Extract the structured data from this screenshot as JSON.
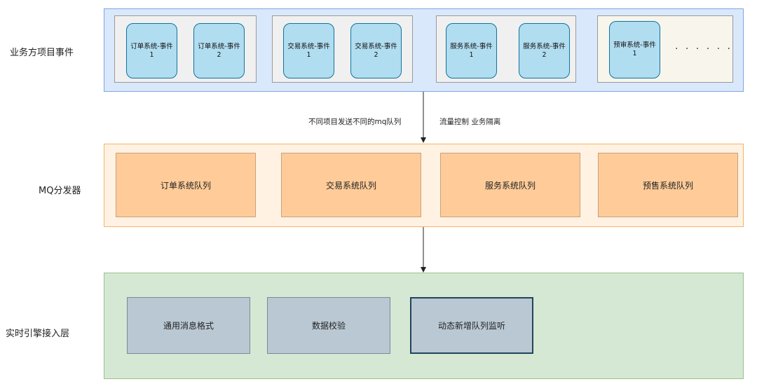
{
  "layers": {
    "events": {
      "label": "业务方项目事件",
      "groups": [
        {
          "events": [
            "订单系统-事件1",
            "订单系统-事件2"
          ]
        },
        {
          "events": [
            "交易系统-事件1",
            "交易系统-事件2"
          ]
        },
        {
          "events": [
            "服务系统-事件1",
            "服务系统-事件2"
          ]
        },
        {
          "events": [
            "预审系统-事件1"
          ],
          "more": "· · · · · ·"
        }
      ]
    },
    "mq": {
      "label": "MQ分发器",
      "queues": [
        "订单系统队列",
        "交易系统队列",
        "服务系统队列",
        "预售系统队列"
      ]
    },
    "engine": {
      "label": "实时引擎接入层",
      "modules": [
        "通用消息格式",
        "数据校验",
        "动态新增队列监听"
      ]
    }
  },
  "arrow_notes": {
    "left": "不同项目发送不同的mq队列",
    "right": "流量控制 业务隔离"
  },
  "colors": {
    "events_band": "#dae8fc",
    "event_node": "#b1ddf0",
    "mq_band": "#fff2e2",
    "queue_node": "#ffcc99",
    "engine_band": "#d5e8d4",
    "module_node": "#bac8d3"
  }
}
